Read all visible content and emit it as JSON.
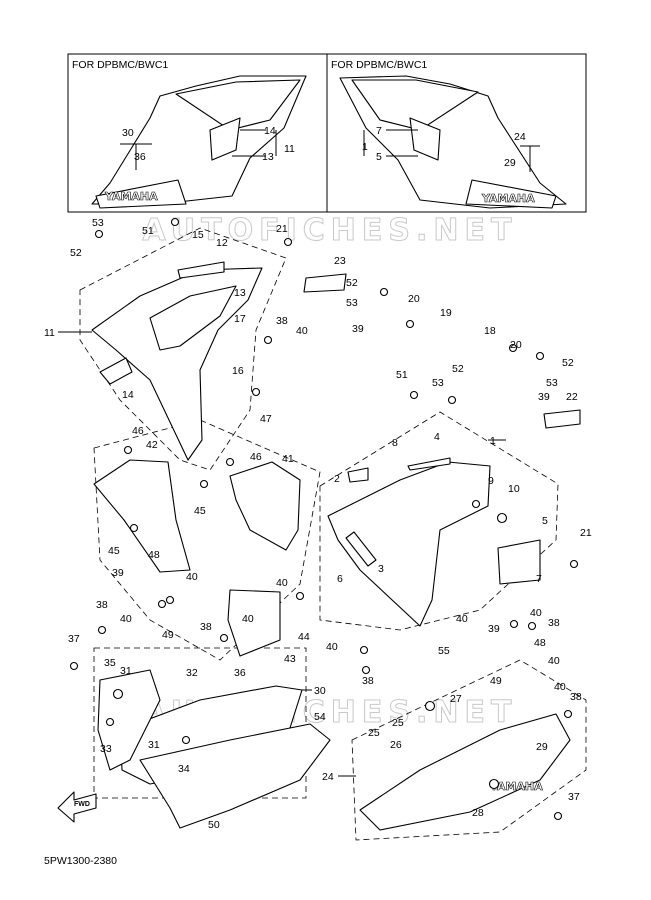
{
  "boxes": {
    "left_header": "FOR DPBMC/BWC1",
    "right_header": "FOR DPBMC/BWC1"
  },
  "watermark": "AUTOFICHES.NET",
  "decals": {
    "brand": "YAMAHA"
  },
  "drawing_code": "5PW1300-2380",
  "fwd_label": "FWD",
  "callouts": [
    "1",
    "2",
    "3",
    "4",
    "5",
    "6",
    "7",
    "8",
    "9",
    "10",
    "11",
    "12",
    "13",
    "14",
    "15",
    "16",
    "17",
    "18",
    "19",
    "20",
    "21",
    "22",
    "23",
    "24",
    "25",
    "26",
    "27",
    "28",
    "29",
    "30",
    "31",
    "32",
    "33",
    "34",
    "35",
    "36",
    "37",
    "38",
    "39",
    "40",
    "41",
    "42",
    "43",
    "44",
    "45",
    "46",
    "47",
    "48",
    "49",
    "50",
    "51",
    "52",
    "53",
    "54",
    "55"
  ]
}
